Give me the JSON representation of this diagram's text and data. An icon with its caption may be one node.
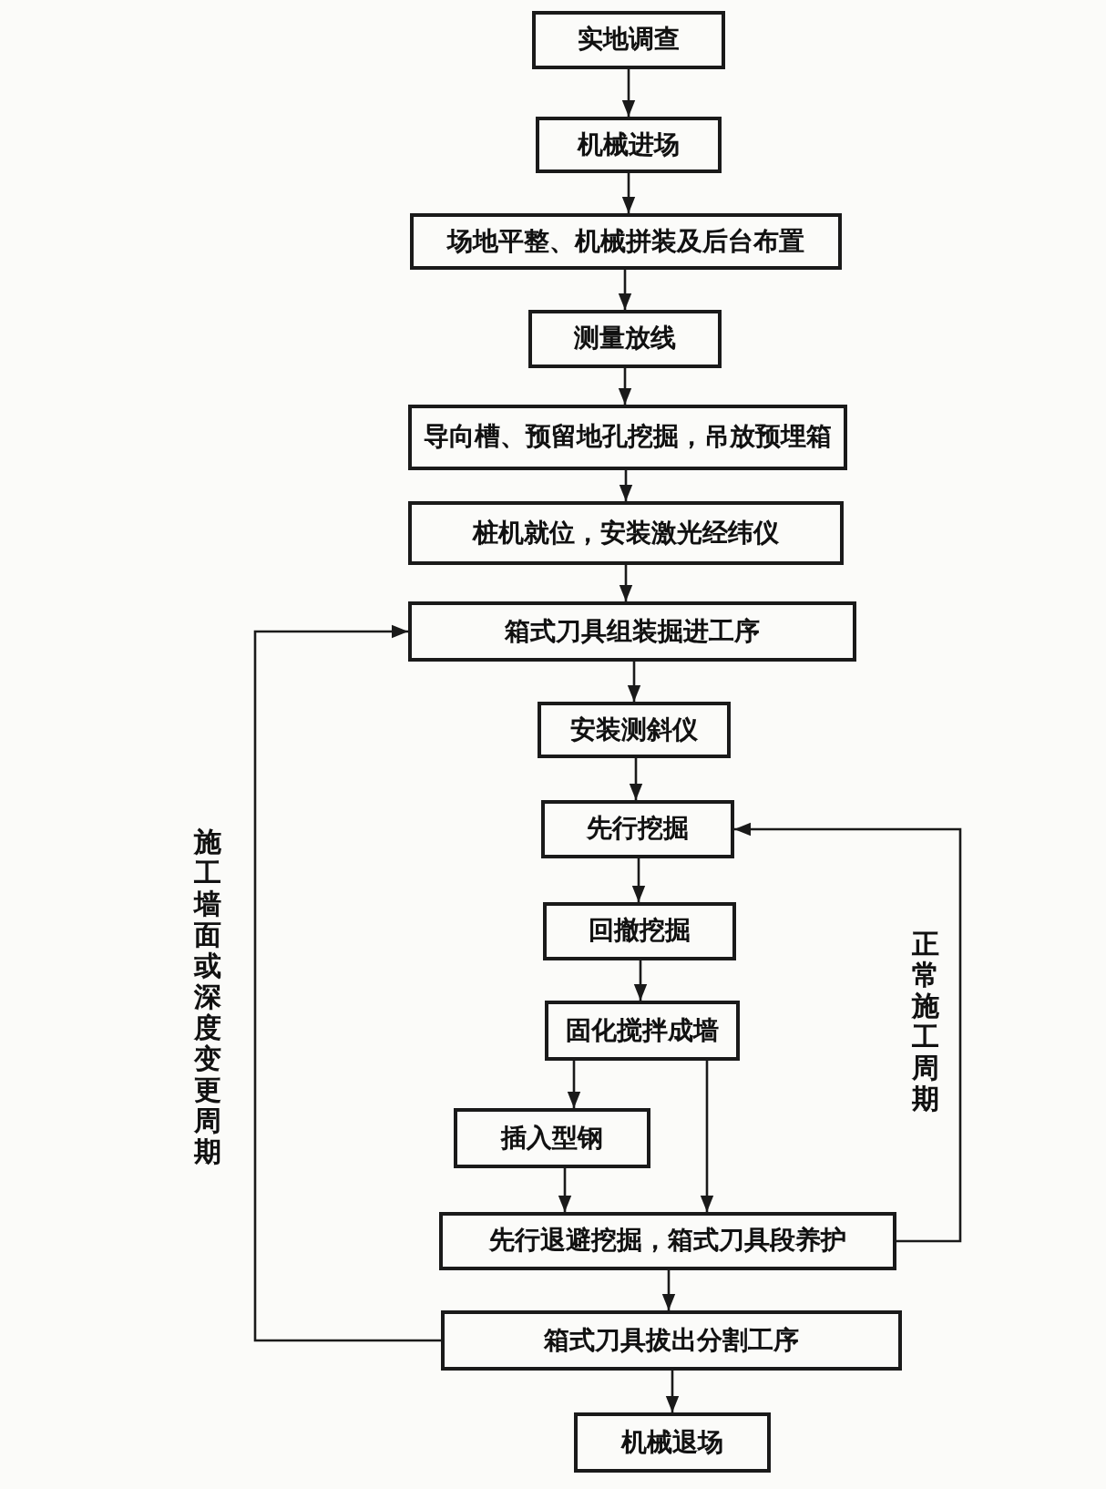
{
  "diagram": {
    "nodes": [
      {
        "text": [
          "实地调查"
        ]
      },
      {
        "text": [
          "机械进场"
        ]
      },
      {
        "text": [
          "场地平整、机械拼装及后台布置"
        ]
      },
      {
        "text": [
          "测量放线"
        ]
      },
      {
        "text": [
          "导向槽、预留地孔挖掘，吊放预埋箱"
        ]
      },
      {
        "text": [
          "桩机就位，安装激光经纬仪"
        ]
      },
      {
        "text": [
          "箱式刀具组装掘进工序"
        ]
      },
      {
        "text": [
          "安装测斜仪"
        ]
      },
      {
        "text": [
          "先行挖掘"
        ]
      },
      {
        "text": [
          "回撤挖掘"
        ]
      },
      {
        "text": [
          "固化搅拌成墙"
        ]
      },
      {
        "text": [
          "插入型钢"
        ]
      },
      {
        "text": [
          "先行退避挖掘，箱式刀具段养护"
        ]
      },
      {
        "text": [
          "箱式刀具拔出分割工序"
        ]
      },
      {
        "text": [
          "机械退场"
        ]
      }
    ],
    "edges": [
      {
        "from": 0,
        "to": 1,
        "arrow": "to"
      },
      {
        "from": 1,
        "to": 2,
        "arrow": "to"
      },
      {
        "from": 2,
        "to": 3,
        "arrow": "to"
      },
      {
        "from": 3,
        "to": 4,
        "arrow": "to"
      },
      {
        "from": 4,
        "to": 5,
        "arrow": "to"
      },
      {
        "from": 5,
        "to": 6,
        "arrow": "to"
      },
      {
        "from": 6,
        "to": 7,
        "arrow": "to"
      },
      {
        "from": 7,
        "to": 8,
        "arrow": "to"
      },
      {
        "from": 8,
        "to": 9,
        "arrow": "to"
      },
      {
        "from": 9,
        "to": 10,
        "arrow": "to"
      },
      {
        "from": 10,
        "to": 11,
        "arrow": "to"
      },
      {
        "from": 10,
        "to": 12,
        "arrow": "to"
      },
      {
        "from": 11,
        "to": 12,
        "arrow": "to"
      },
      {
        "from": 12,
        "to": 8,
        "arrow": "to",
        "label": "正常施工周期"
      },
      {
        "from": 12,
        "to": 13,
        "arrow": "to"
      },
      {
        "from": 13,
        "to": 6,
        "arrow": "to",
        "label": "施工墙面或深度变更周期"
      },
      {
        "from": 13,
        "to": 14,
        "arrow": "to"
      }
    ]
  }
}
